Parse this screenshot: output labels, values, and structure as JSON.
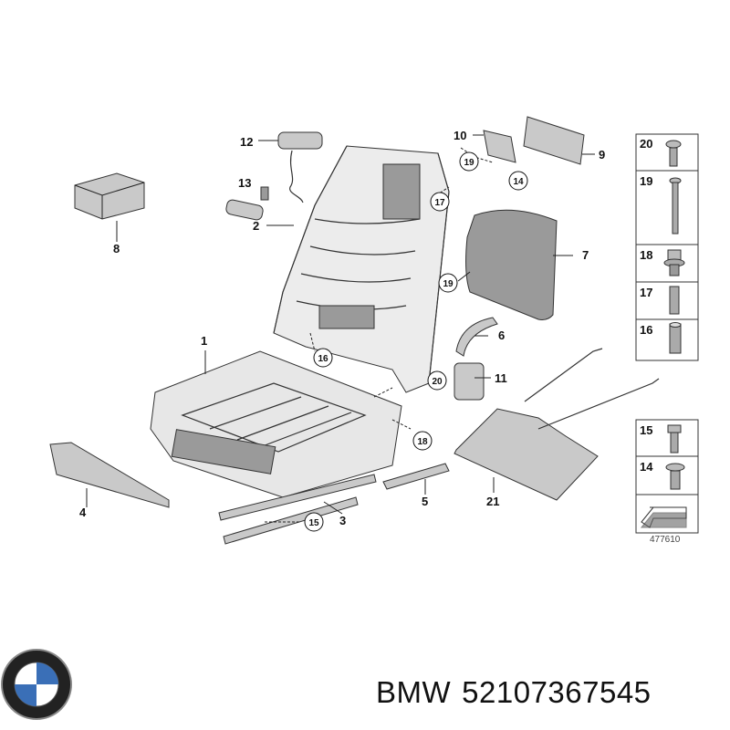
{
  "diagram": {
    "callouts": [
      {
        "id": "c1",
        "label": "1"
      },
      {
        "id": "c2",
        "label": "2"
      },
      {
        "id": "c3",
        "label": "3"
      },
      {
        "id": "c4",
        "label": "4"
      },
      {
        "id": "c5",
        "label": "5"
      },
      {
        "id": "c6",
        "label": "6"
      },
      {
        "id": "c7",
        "label": "7"
      },
      {
        "id": "c8",
        "label": "8"
      },
      {
        "id": "c9",
        "label": "9"
      },
      {
        "id": "c10",
        "label": "10"
      },
      {
        "id": "c11",
        "label": "11"
      },
      {
        "id": "c12",
        "label": "12"
      },
      {
        "id": "c13",
        "label": "13"
      },
      {
        "id": "c21",
        "label": "21"
      }
    ],
    "circled": [
      {
        "id": "o19a",
        "label": "19"
      },
      {
        "id": "o14",
        "label": "14"
      },
      {
        "id": "o17",
        "label": "17"
      },
      {
        "id": "o19b",
        "label": "19"
      },
      {
        "id": "o16",
        "label": "16"
      },
      {
        "id": "o20",
        "label": "20"
      },
      {
        "id": "o18",
        "label": "18"
      },
      {
        "id": "o15",
        "label": "15"
      }
    ],
    "hardware_top": [
      {
        "label": "20",
        "icon": "screw-icon"
      },
      {
        "label": "19",
        "icon": "long-bolt-icon"
      },
      {
        "label": "18",
        "icon": "flange-nut-icon"
      },
      {
        "label": "17",
        "icon": "short-bolt-icon"
      },
      {
        "label": "16",
        "icon": "spacer-sleeve-icon"
      }
    ],
    "hardware_bottom": [
      {
        "label": "15",
        "icon": "bolt-icon"
      },
      {
        "label": "14",
        "icon": "flange-bolt-icon"
      }
    ],
    "diagram_ref": "477610"
  },
  "footer": {
    "brand": "BMW",
    "part_number": "52107367545"
  }
}
